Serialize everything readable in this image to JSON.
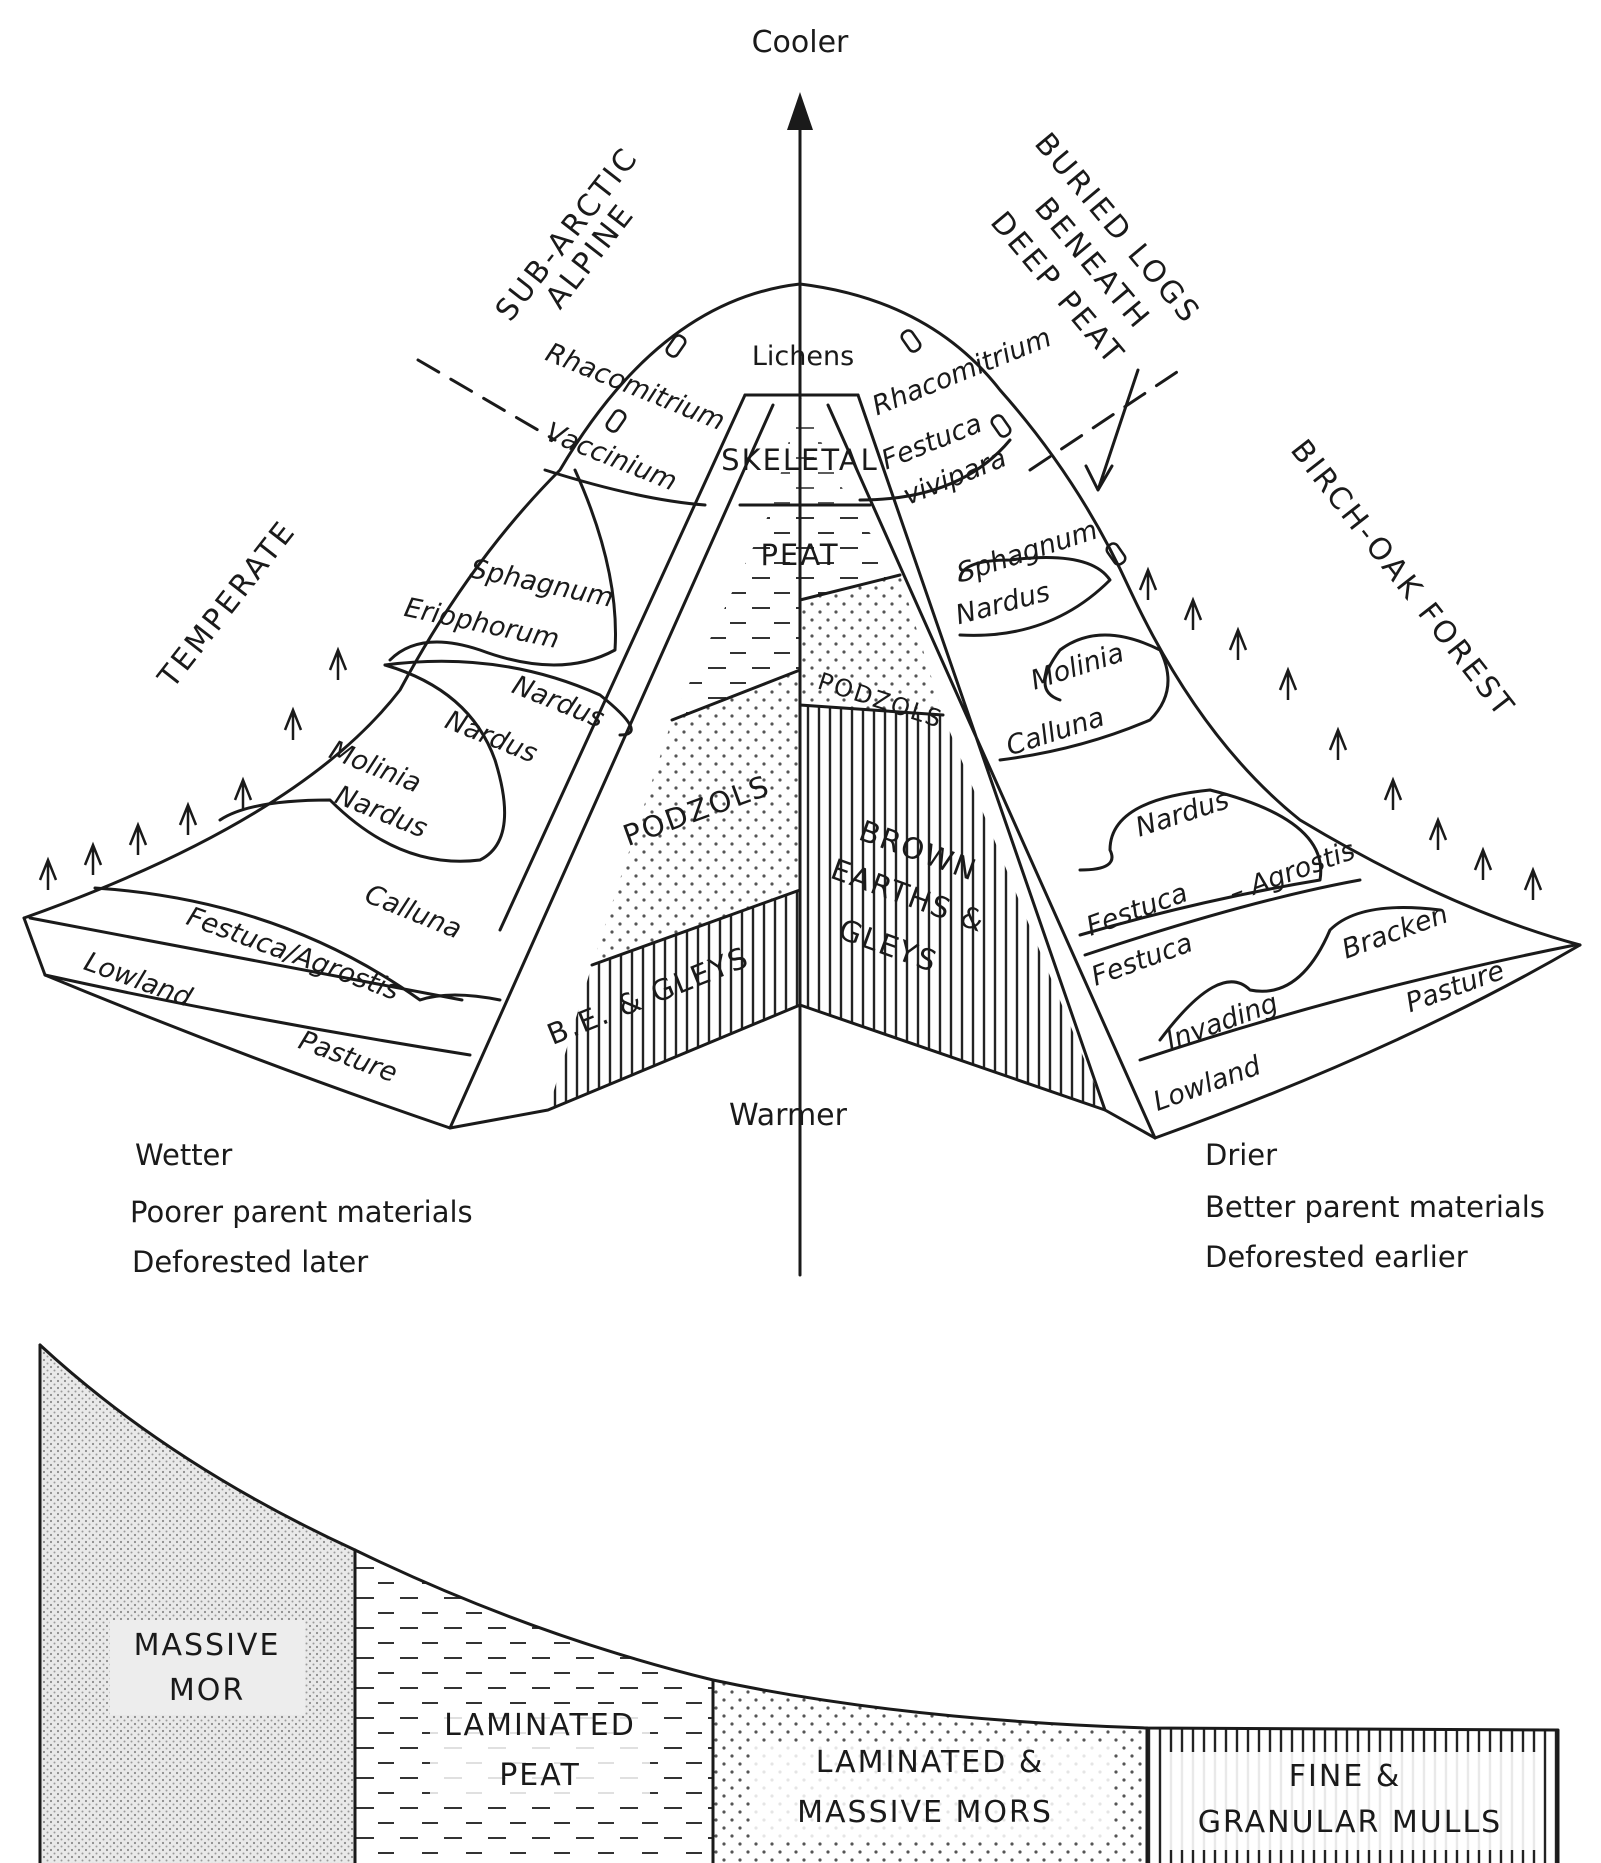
{
  "axis": {
    "top": "Cooler",
    "bottom": "Warmer"
  },
  "zones": {
    "subarctic_line1": "SUB-ARCTIC",
    "subarctic_line2": "ALPINE",
    "temperate": "TEMPERATE",
    "birch_oak": "BIRCH-OAK FOREST",
    "buried_line1": "BURIED LOGS",
    "buried_line2": "BENEATH",
    "buried_line3": "DEEP PEAT"
  },
  "vegetation_left": {
    "rhacomitrium": "Rhacomitrium",
    "vaccinium": "Vaccinium",
    "sphagnum": "Sphagnum",
    "eriophorum": "Eriophorum",
    "nardus_1": "Nardus",
    "nardus_2": "Nardus",
    "molinia": "Molinia",
    "nardus_3": "Nardus",
    "calluna": "Calluna",
    "festuca_agrostis": "Festuca/Agrostis",
    "lowland": "Lowland",
    "pasture": "Pasture"
  },
  "vegetation_top": {
    "lichens": "Lichens"
  },
  "vegetation_right": {
    "rhacomitrium": "Rhacomitrium",
    "festuca": "Festuca",
    "vivipara": "vivipara",
    "sphagnum": "Sphagnum",
    "nardus_1": "Nardus",
    "molinia": "Molinia",
    "calluna": "Calluna",
    "nardus_2": "Nardus",
    "festuca_1": "Festuca",
    "agrostis": "– Agrostis",
    "festuca_2": "Festuca",
    "bracken": "Bracken",
    "invading": "Invading",
    "pasture": "Pasture",
    "lowland": "Lowland"
  },
  "soils": {
    "skeletal": "SKELETAL",
    "peat": "PEAT",
    "podzols_left": "PODZOLS",
    "be_gleys": "B.E. & GLEYS",
    "podzols_right": "PODZOLS",
    "brown_1": "BROWN",
    "brown_2": "EARTHS &",
    "brown_3": "GLEYS"
  },
  "notes_left": [
    "Wetter",
    "Poorer  parent materials",
    "Deforested  later"
  ],
  "notes_right": [
    "Drier",
    "Better  parent materials",
    "Deforested  earlier"
  ],
  "humus": {
    "massive_mor_1": "MASSIVE",
    "massive_mor_2": "MOR",
    "laminated_peat_1": "LAMINATED",
    "laminated_peat_2": "PEAT",
    "laminated_mors_1": "LAMINATED  &",
    "laminated_mors_2": "MASSIVE     MORS",
    "mulls_1": "FINE  &",
    "mulls_2": "GRANULAR  MULLS"
  }
}
